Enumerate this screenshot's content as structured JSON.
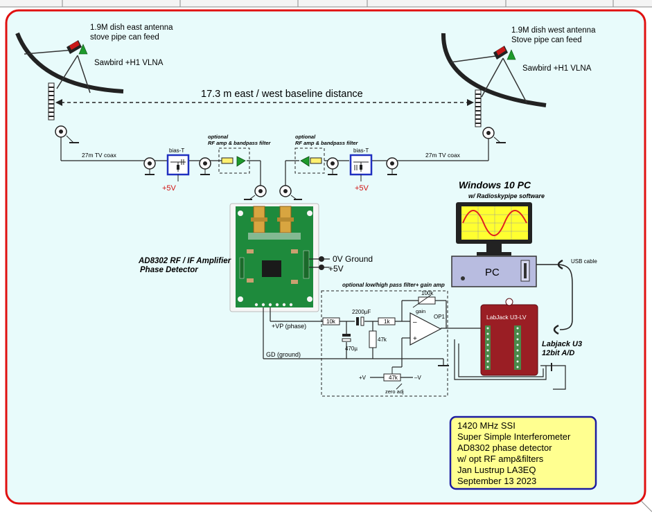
{
  "labels": {
    "east_antenna_line1": "1.9M dish east  antenna",
    "east_antenna_line2": "stove pipe can feed",
    "east_lna": "Sawbird +H1 VLNA",
    "west_antenna_line1": "1.9M dish west antenna",
    "west_antenna_line2": "Stove pipe can feed",
    "west_lna": "Sawbird +H1 VLNA",
    "baseline": "17.3 m east / west  baseline distance",
    "coax_left": "27m TV coax",
    "coax_right": "27m TV coax",
    "biast_left": "bias-T",
    "biast_right": "bias-T",
    "plus5v_left": "+5V",
    "plus5v_right": "+5V",
    "optional_left_line1": "optional",
    "optional_left_line2": "RF amp & bandpass filter",
    "optional_right_line1": "optional",
    "optional_right_line2": "RF amp & bandpass filter",
    "pc_title": "Windows 10 PC",
    "pc_subtitle": "w/ Radioskypipe software",
    "pc_box": "PC",
    "usb_cable": "USB cable",
    "ad8302_line1": "AD8302 RF / IF Amplifier",
    "ad8302_line2": "Phase Detector",
    "ground_0v": "0V Ground",
    "plus5v_board": "+5V",
    "vp_phase": "+VP (phase)",
    "gd_ground": "GD (ground)",
    "filter_title": "optional low/high pass filter+ gain amp",
    "r_10k": "10k",
    "c_2200": "2200µF",
    "r_1k": "1k",
    "r_100k": "100k",
    "gain": "gain",
    "op1": "OP1",
    "c_470": "470µ",
    "r_47k": "47k",
    "r_47k_pot": "47k",
    "plus_v": "+V",
    "minus_v": "–V",
    "zero_adj": "zero adj",
    "labjack_brand": "LabJack U3-LV",
    "labjack_line1": "Labjack U3",
    "labjack_line2": "12bit A/D"
  },
  "info_box": [
    "1420 MHz SSI",
    "Super Simple Interferometer",
    "AD8302 phase detector",
    "w/ opt RF amp&filters",
    "Jan Lustrup LA3EQ",
    "September 13  2023"
  ],
  "colors": {
    "border": "#e01010",
    "background": "#e8fbfb",
    "board": "#1e8a3c",
    "labjack": "#9a1e24",
    "pc_case": "#b8bce0",
    "screen": "#ffff30",
    "wave": "#e02020",
    "info_fill": "#ffff90",
    "info_border": "#1c1ca0",
    "biast_border": "#2030c0",
    "amp_green": "#1e9a2c",
    "filter_yellow": "#fff070",
    "lna_red": "#c81818"
  }
}
